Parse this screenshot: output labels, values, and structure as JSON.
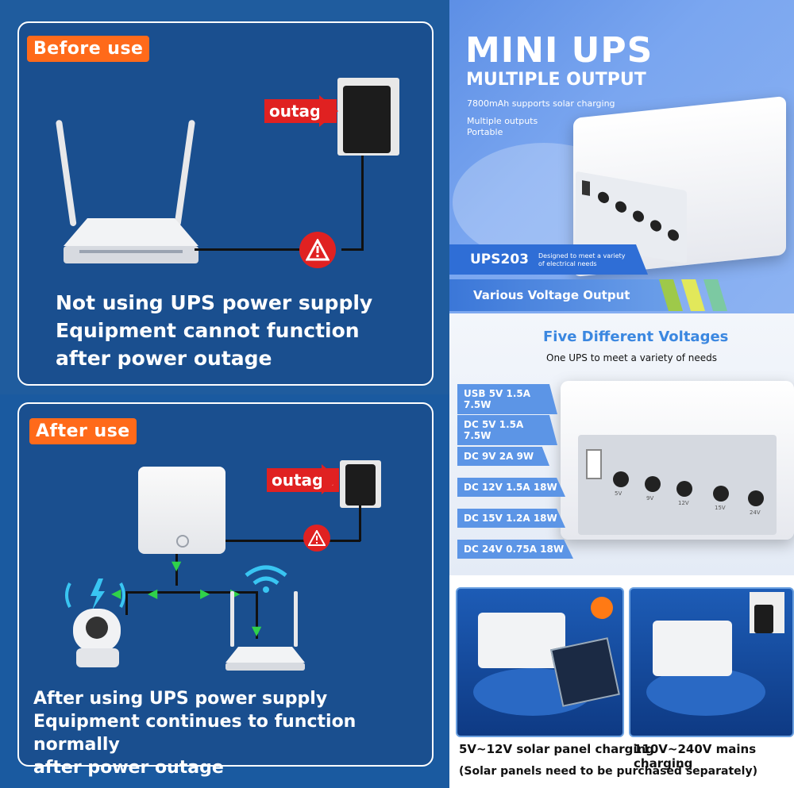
{
  "before": {
    "tag": "Before use",
    "outage": "outage",
    "caption": [
      "Not using UPS power supply",
      "Equipment cannot function",
      "after power outage"
    ]
  },
  "after": {
    "tag": "After use",
    "outage": "outage",
    "caption": [
      "After using UPS power supply",
      "Equipment continues to function normally",
      "after power outage"
    ]
  },
  "product": {
    "title": "MINI UPS",
    "subtitle": "MULTIPLE OUTPUT",
    "features": [
      "7800mAh supports solar charging",
      "Multiple outputs",
      "Portable"
    ],
    "model": "UPS203",
    "model_desc": "Designed to meet a variety of electrical needs",
    "various": "Various Voltage Output"
  },
  "voltages": {
    "heading": "Five Different Voltages",
    "sub": "One UPS to meet a variety of needs",
    "list": [
      "USB 5V 1.5A 7.5W",
      "DC 5V 1.5A 7.5W",
      "DC 9V 2A 9W",
      "DC 12V 1.5A 18W",
      "DC 15V 1.2A 18W",
      "DC 24V 0.75A 18W"
    ],
    "port_labels": [
      "5V",
      "9V",
      "12V",
      "15V",
      "24V"
    ]
  },
  "charging": {
    "solar": "5V~12V solar panel charging",
    "mains": "110V~240V mains charging",
    "note": "(Solar panels need to be purchased separately)"
  },
  "colors": {
    "accent_orange": "#ff6a1a",
    "alert_red": "#e02121",
    "panel_blue": "#1a4f8f",
    "flow_green": "#2fd24a"
  }
}
